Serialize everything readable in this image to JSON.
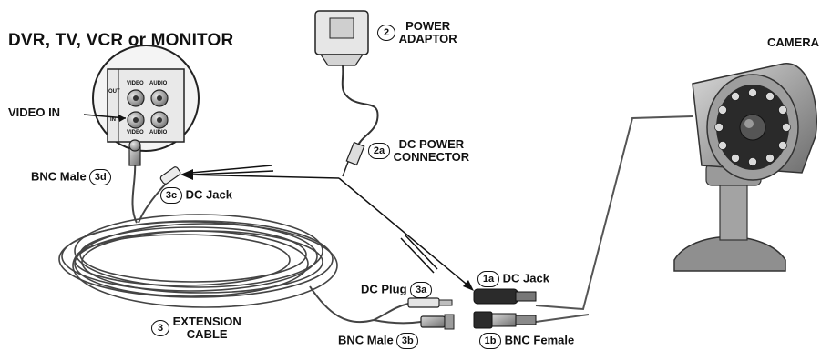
{
  "title": "DVR, TV, VCR or MONITOR",
  "camera_label": "CAMERA",
  "power_adaptor": {
    "num": "2",
    "line1": "POWER",
    "line2": "ADAPTOR"
  },
  "dc_power_connector": {
    "num": "2a",
    "line1": "DC POWER",
    "line2": "CONNECTOR"
  },
  "video_in": "VIDEO IN",
  "panel": {
    "out": "OUT",
    "in": "IN",
    "video": "VIDEO",
    "audio": "AUDIO"
  },
  "bnc_male_3d": {
    "label": "BNC Male",
    "num": "3d"
  },
  "dc_jack_3c": {
    "num": "3c",
    "label": "DC Jack"
  },
  "extension_cable": {
    "num": "3",
    "line1": "EXTENSION",
    "line2": "CABLE"
  },
  "dc_plug_3a": {
    "label": "DC Plug",
    "num": "3a"
  },
  "bnc_male_3b": {
    "label": "BNC Male",
    "num": "3b"
  },
  "dc_jack_1a": {
    "num": "1a",
    "label": "DC Jack"
  },
  "bnc_female_1b": {
    "num": "1b",
    "label": "BNC Female"
  }
}
